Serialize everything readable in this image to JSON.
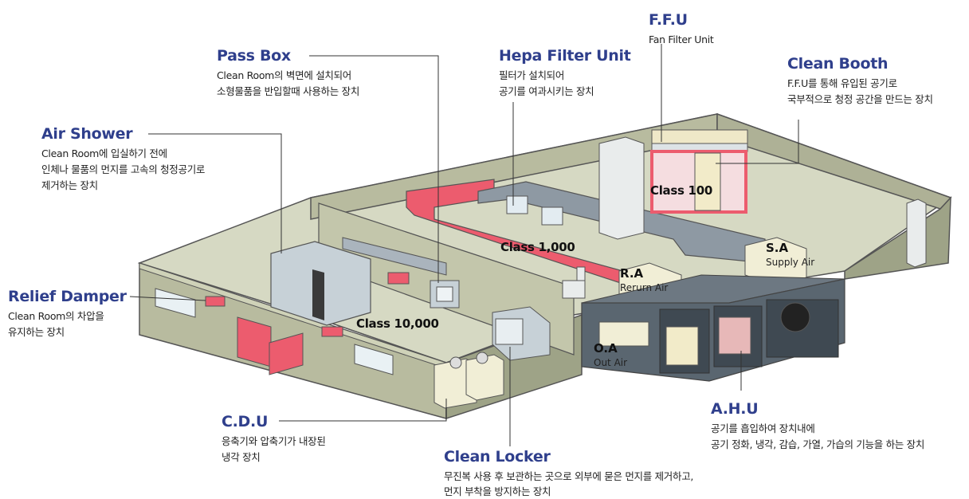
{
  "callouts": {
    "pass_box": {
      "title": "Pass Box",
      "desc": [
        "Clean Room의 벽면에 설치되어",
        "소형물품을 반입할때 사용하는 장치"
      ]
    },
    "air_shower": {
      "title": "Air Shower",
      "desc": [
        "Clean Room에 입실하기 전에",
        "인체나 물품의 먼지를  고속의 청정공기로",
        "제거하는 장치"
      ]
    },
    "relief_damper": {
      "title": "Relief Damper",
      "desc": [
        "Clean Room의 차압을",
        "유지하는 장치"
      ]
    },
    "cdu": {
      "title": "C.D.U",
      "desc": [
        "응축기와 압축기가 내장된",
        "냉각 장치"
      ]
    },
    "clean_locker": {
      "title": "Clean Locker",
      "desc": [
        "무진복 사용 후 보관하는 곳으로 외부에 묻은 먼지를 제거하고,",
        "먼지 부착을 방지하는 장치"
      ]
    },
    "hepa": {
      "title": "Hepa Filter Unit",
      "desc": [
        "필터가 설치되어",
        "공기를 여과시키는 장치"
      ]
    },
    "ffu": {
      "title": "F.F.U",
      "desc": [
        "Fan Filter Unit"
      ]
    },
    "clean_booth": {
      "title": "Clean Booth",
      "desc": [
        "F.F.U를 통해 유입된 공기로",
        "국부적으로 청정 공간을 만드는 장치"
      ]
    },
    "ahu": {
      "title": "A.H.U",
      "desc": [
        "공기를 흡입하여 장치내에",
        "공기 정화, 냉각, 감습, 가열, 가습의 기능을 하는 장치"
      ]
    }
  },
  "zones": {
    "class_100": "Class 100",
    "class_1000": "Class 1,000",
    "class_10000": "Class 10,000"
  },
  "tags": {
    "sa": {
      "code": "S.A",
      "name": "Supply Air"
    },
    "ra": {
      "code": "R.A",
      "name": "Rerurn Air"
    },
    "oa": {
      "code": "O.A",
      "name": "Out Air"
    }
  },
  "colors": {
    "title": "#2f3f8c",
    "wall": "#b8bb9f",
    "wall_dark": "#9ea387",
    "floor": "#d6d9c3",
    "duct_red": "#ec5c6e",
    "duct_gray": "#8e99a3",
    "ahu_body": "#5a6670",
    "equipment": "#e9ecec",
    "cdu": "#f1eed6"
  }
}
